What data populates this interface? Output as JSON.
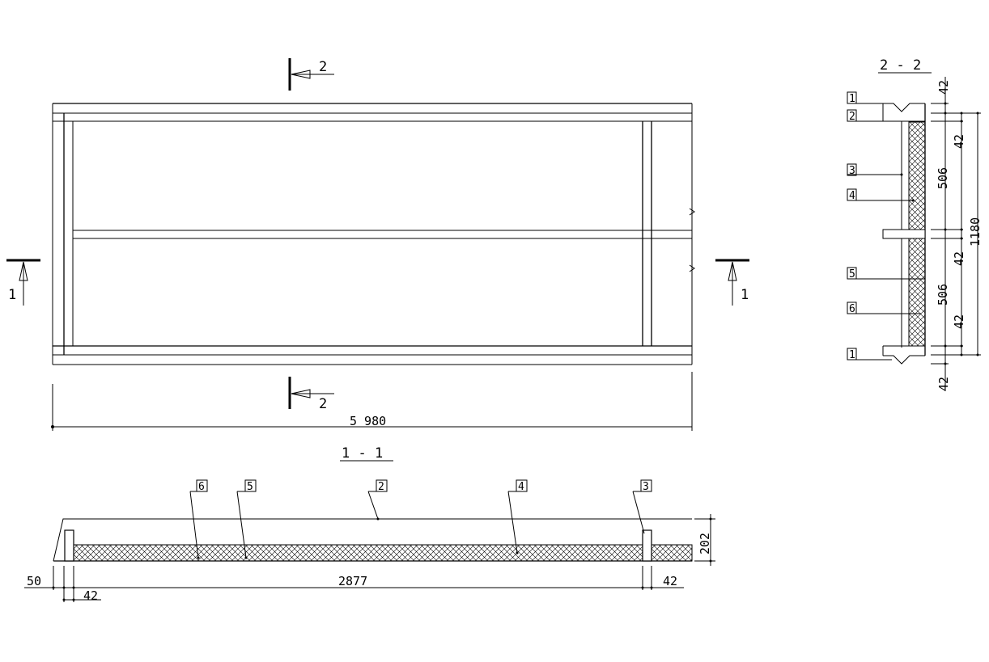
{
  "plan": {
    "section_mark": "1",
    "section_mark_2": "2",
    "total_length": "5 980"
  },
  "section_11": {
    "title": "1 - 1",
    "callouts": [
      "6",
      "5",
      "2",
      "4",
      "3"
    ],
    "dims": {
      "left_offset": "50",
      "left_member": "42",
      "span": "2877",
      "right_member": "42",
      "height": "202"
    }
  },
  "section_22": {
    "title": "2 - 2",
    "callouts": [
      "1",
      "2",
      "3",
      "4",
      "5",
      "6",
      "1"
    ],
    "dims": [
      "42",
      "42",
      "506",
      "42",
      "506",
      "42",
      "42"
    ],
    "overall": "1180"
  },
  "colors": {
    "ink": "#000000",
    "paper": "#ffffff"
  }
}
